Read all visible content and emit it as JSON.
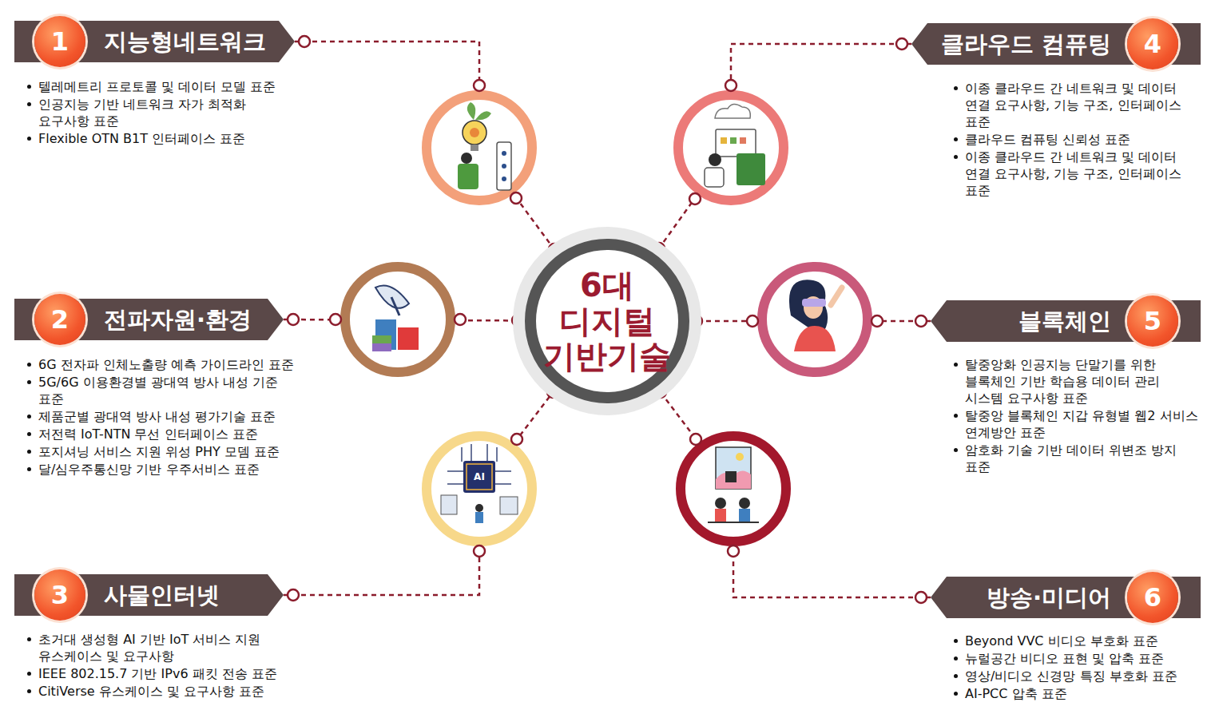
{
  "diagram": {
    "nodes": [
      {
        "text": [
          "지능형네트워크"
        ]
      },
      {
        "text": [
          "1"
        ],
        "in": 0
      },
      {
        "text": [
          "클라우드 컴퓨팅"
        ]
      },
      {
        "text": [
          "4"
        ],
        "in": 2
      },
      {
        "text": [
          "전파자원·환경"
        ]
      },
      {
        "text": [
          "2"
        ],
        "in": 4
      },
      {
        "text": [
          "6대 디지털 기반기술"
        ]
      },
      {
        "text": [
          "블록체인"
        ]
      },
      {
        "text": [
          "5"
        ],
        "in": 7
      },
      {
        "text": [
          "사물인터넷"
        ]
      },
      {
        "text": [
          "3"
        ],
        "in": 9
      },
      {
        "text": [
          "방송·미디어"
        ]
      },
      {
        "text": [
          "6"
        ],
        "in": 11
      }
    ],
    "edges": [
      {
        "from": 0,
        "to": 6,
        "arrow": "none"
      },
      {
        "from": 2,
        "to": 6,
        "arrow": "none"
      },
      {
        "from": 4,
        "to": 6,
        "arrow": "none"
      },
      {
        "from": 7,
        "to": 6,
        "arrow": "none"
      },
      {
        "from": 9,
        "to": 6,
        "arrow": "none"
      },
      {
        "from": 11,
        "to": 6,
        "arrow": "none"
      }
    ],
    "labels": [
      "텔레메트리 프로토콜 및 데이터 모델 표준",
      "인공지능 기반 네트워크 자가 최적화 요구사항 표준",
      "Flexible OTN B1T 인터페이스 표준",
      "이종 클라우드 간 네트워크 및 데이터 연결 요구사항, 기능 구조, 인터페이스 표준",
      "클라우드 컴퓨팅 신뢰성 표준",
      "이종 클라우드 간 네트워크 및 데이터 연결 요구사항, 기능 구조, 인터페이스 표준",
      "6G 전자파 인체노출량 예측 가이드라인 표준",
      "5G/6G 이용환경별 광대역 방사 내성 기준 표준",
      "제품군별 광대역 방사 내성 평가기술 표준",
      "저전력 IoT-NTN 무선 인터페이스 표준",
      "포지셔닝 서비스 지원 위성 PHY 모뎀 표준",
      "달/심우주통신망 기반 우주서비스 표준",
      "탈중앙화 인공지능 단말기를 위한 블록체인 기반 학습용 데이터 관리 시스템 요구사항 표준",
      "탈중앙 블록체인 지갑 유형별 웹2 서비스 연계방안 표준",
      "암호화 기술 기반 데이터 위변조 방지 표준",
      "초거대 생성형 AI 기반 IoT 서비스 지원 유스케이스 및 요구사항",
      "IEEE 802.15.7 기반 IPv6 패킷 전송 표준",
      "CitiVerse 유스케이스 및 요구사항 표준",
      "Beyond VVC 비디오 부호화 표준",
      "뉴럴공간 비디오 표현 및 압축 표준",
      "영상/비디오 신경망 특징 부호화 표준",
      "AI-PCC 압축 표준",
      "AI"
    ]
  }
}
